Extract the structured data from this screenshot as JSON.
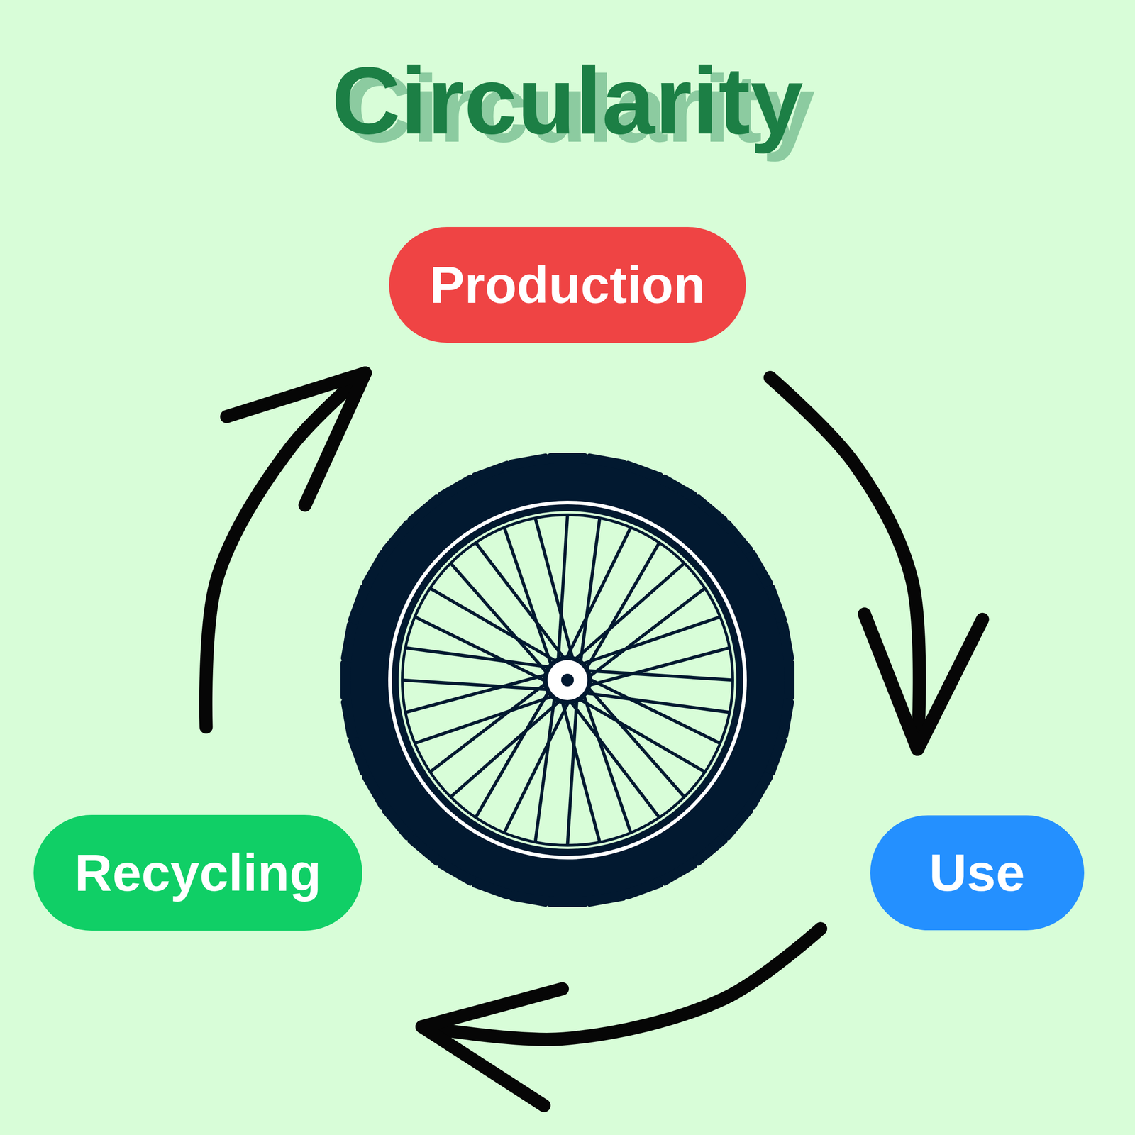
{
  "diagram": {
    "title": "Circularity",
    "nodes": [
      {
        "text": [
          "Production"
        ]
      },
      {
        "text": [
          "Recycling"
        ]
      },
      {
        "text": [
          "Use"
        ]
      }
    ],
    "edges": [
      {
        "from": 0,
        "to": 2,
        "arrow": "to"
      },
      {
        "from": 2,
        "to": 1,
        "arrow": "to"
      },
      {
        "from": 1,
        "to": 0,
        "arrow": "to"
      }
    ]
  }
}
